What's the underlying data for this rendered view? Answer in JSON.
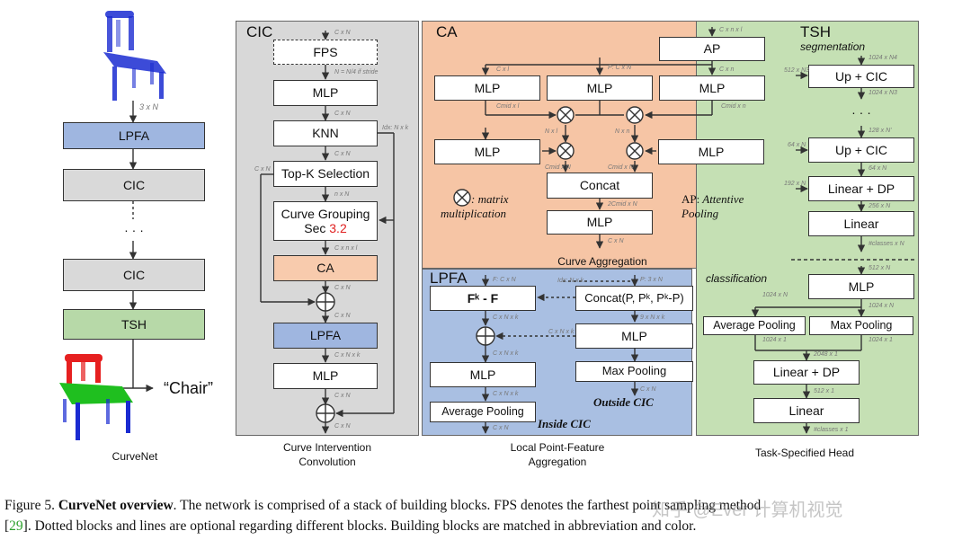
{
  "left_stack": {
    "input_dim": "3 x N",
    "blocks": [
      "LPFA",
      "CIC",
      "· · ·",
      "CIC",
      "TSH"
    ],
    "output_label": "“Chair”",
    "caption": "CurveNet"
  },
  "cic": {
    "title": "CIC",
    "blocks": [
      "FPS",
      "MLP",
      "KNN",
      "Top-K Selection",
      "Curve Grouping",
      "CA",
      "LPFA",
      "MLP"
    ],
    "curve_grouping_sec": "Sec 3.2",
    "caption_line1": "Curve Intervention",
    "caption_line2": "Convolution",
    "dims": [
      "C x N",
      "N = N/4 if stride",
      "C x N",
      "C x N",
      "Idx: N x k",
      "C x N",
      "n x N",
      "C x n x l",
      "C x N",
      "C x N",
      "C x N x k",
      "C x N",
      "C x N"
    ]
  },
  "ca": {
    "title": "CA",
    "blocks": [
      "AP",
      "MLP",
      "MLP",
      "MLP",
      "MLP",
      "MLP",
      "Concat",
      "MLP"
    ],
    "legend_mult": "⊗ : matrix multiplication",
    "legend_mult_line1": ": matrix",
    "legend_mult_line2": "multiplication",
    "legend_ap_prefix": "AP:",
    "legend_ap_line1": "Attentive",
    "legend_ap_line2": "Pooling",
    "caption": "Curve Aggregation",
    "dims": [
      "C x n x l",
      "C x l",
      "P: C x N",
      "C x n",
      "Cmid x l",
      "Cmid x n",
      "N x l",
      "N x n",
      "Cmid x N",
      "Cmid x N",
      "2Cmid x N",
      "C x N"
    ]
  },
  "lpfa": {
    "title": "LPFA",
    "blocks": [
      "Fᵏ - F",
      "Concat(P, Pᵏ, Pᵏ-P)",
      "MLP",
      "MLP",
      "Max Pooling",
      "Average Pooling"
    ],
    "inside_label": "Inside CIC",
    "outside_label": "Outside CIC",
    "caption_line1": "Local Point-Feature",
    "caption_line2": "Aggregation",
    "dims": [
      "F: C x N",
      "P: 3 x N",
      "Idx: N x k",
      "C x N x k",
      "9 x N x k",
      "C x N x k",
      "C x N x k",
      "C x N x k",
      "C x N",
      "C x N"
    ]
  },
  "tsh": {
    "title": "TSH",
    "segmentation_label": "segmentation",
    "classification_label": "classification",
    "seg_blocks": [
      "Up + CIC",
      "· · ·",
      "Up + CIC",
      "Linear + DP",
      "Linear"
    ],
    "cls_blocks": [
      "MLP",
      "Average Pooling",
      "Max Pooling",
      "Linear + DP",
      "Linear"
    ],
    "caption": "Task-Specified Head",
    "dims": [
      "1024 x N4",
      "512 x N3",
      "1024 x N3",
      "128 x N'",
      "64 x N",
      "64 x N",
      "192 x N",
      "256 x N",
      "#classes x N",
      "512 x N",
      "1024 x N",
      "1024 x N",
      "1024 x 1",
      "1024 x 1",
      "2048 x 1",
      "512 x 1",
      "#classes x 1"
    ]
  },
  "figure_caption": {
    "prefix": "Figure 5.",
    "bold": "CurveNet overview",
    "text_line1": ". The network is comprised of a stack of building blocks. FPS denotes the farthest point sampling method",
    "ref_num": "[29]",
    "text_line2": ". Dotted blocks and lines are optional regarding different blocks. Building blocks are matched in abbreviation and color.",
    "ref_color": "#2ca02c"
  },
  "watermark": "知乎 @Ever 计算机视觉",
  "colors": {
    "lpfa_blue": "#9fb6e0",
    "cic_gray": "#d9d9d9",
    "tsh_green": "#b7d9a8",
    "ca_orange": "#f8cbad",
    "cic_panel_bg": "#d8d8d8",
    "ca_panel_bg": "#f6c5a5",
    "lpfa_panel_bg": "#a9bfe2",
    "tsh_panel_bg": "#c5e0b4",
    "sec_red": "#e02020"
  }
}
